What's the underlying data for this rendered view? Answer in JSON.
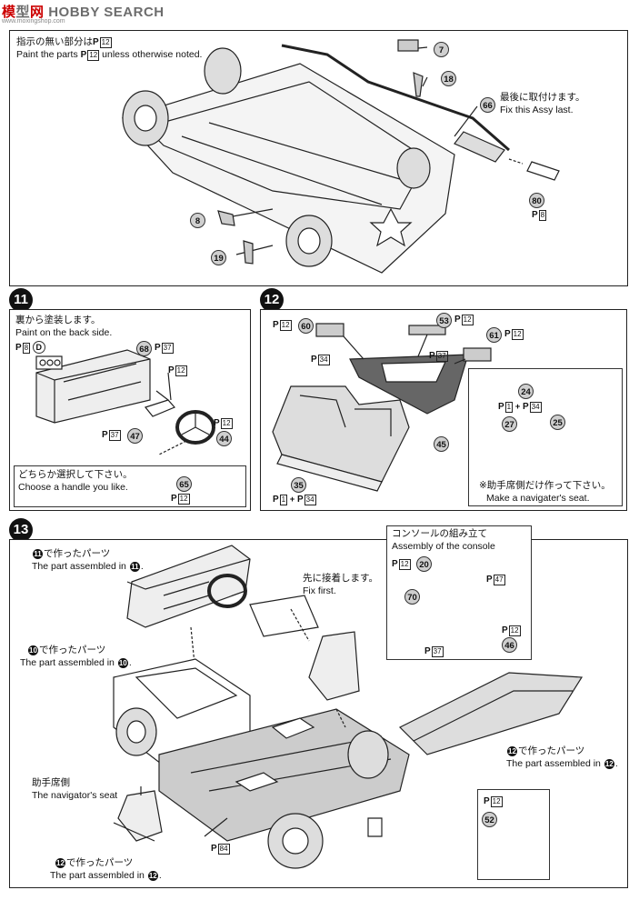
{
  "watermark": {
    "brand_a": "模",
    "brand_b": "型",
    "brand_c": "网",
    "brand_en": "HOBBY SEARCH",
    "url": "www.moxingshop.com"
  },
  "step10": {
    "note_jp": "指示の無い部分は",
    "note_en": "Paint the parts",
    "note_en_tail": "unless otherwise noted.",
    "note_code": "12",
    "p66_jp": "最後に取付けます。",
    "p66_en": "Fix this Assy last.",
    "parts": {
      "p7": "7",
      "p18": "18",
      "p66": "66",
      "p80": "80",
      "p8": "8",
      "p19": "19"
    },
    "p80_code": "8"
  },
  "step11": {
    "number": "11",
    "paint_jp": "裏から塗装します。",
    "paint_en": "Paint on the back side.",
    "code_d": "8",
    "letter_d": "D",
    "parts": {
      "p68": "68",
      "p47": "47",
      "p44": "44",
      "p65": "65"
    },
    "codes": {
      "c37a": "37",
      "c12a": "12",
      "c37b": "37",
      "c12b": "12",
      "c12c": "12"
    },
    "choose_jp": "どちらか選択して下さい。",
    "choose_en": "Choose a handle you like."
  },
  "step12": {
    "number": "12",
    "parts": {
      "p60": "60",
      "p53": "53",
      "p61": "61",
      "p45": "45",
      "p35": "35",
      "p24": "24",
      "p27": "27",
      "p25": "25"
    },
    "codes": {
      "c12a": "12",
      "c12b": "12",
      "c12c": "12",
      "c34": "34",
      "c37": "37",
      "c1": "1",
      "c34b": "34",
      "c1b": "1",
      "c34c": "34"
    },
    "navi_jp": "※助手席側だけ作って下さい。",
    "navi_en": "Make a navigater's seat."
  },
  "step13": {
    "number": "13",
    "a11_jp": "で作ったパーツ",
    "a11_en": "The part assembled in",
    "a11_num": "11",
    "a10_jp": "で作ったパーツ",
    "a10_en": "The part assembled in",
    "a10_num": "10",
    "fix_jp": "先に接着します。",
    "fix_en": "Fix first.",
    "console_jp": "コンソールの組み立て",
    "console_en": "Assembly of the console",
    "console_parts": {
      "p20": "20",
      "p70": "70",
      "p46": "46"
    },
    "console_codes": {
      "c12a": "12",
      "c47": "47",
      "c12b": "12",
      "c37": "37"
    },
    "a12_jp": "で作ったパーツ",
    "a12_en": "The part assembled in",
    "a12_num": "12",
    "navi_jp": "助手席側",
    "navi_en": "The navigator's seat",
    "b12_jp": "で作ったパーツ",
    "b12_en": "The part assembled in",
    "b12_num": "12",
    "floor_code": "84",
    "seat52_code": "12",
    "seat52": "52"
  }
}
